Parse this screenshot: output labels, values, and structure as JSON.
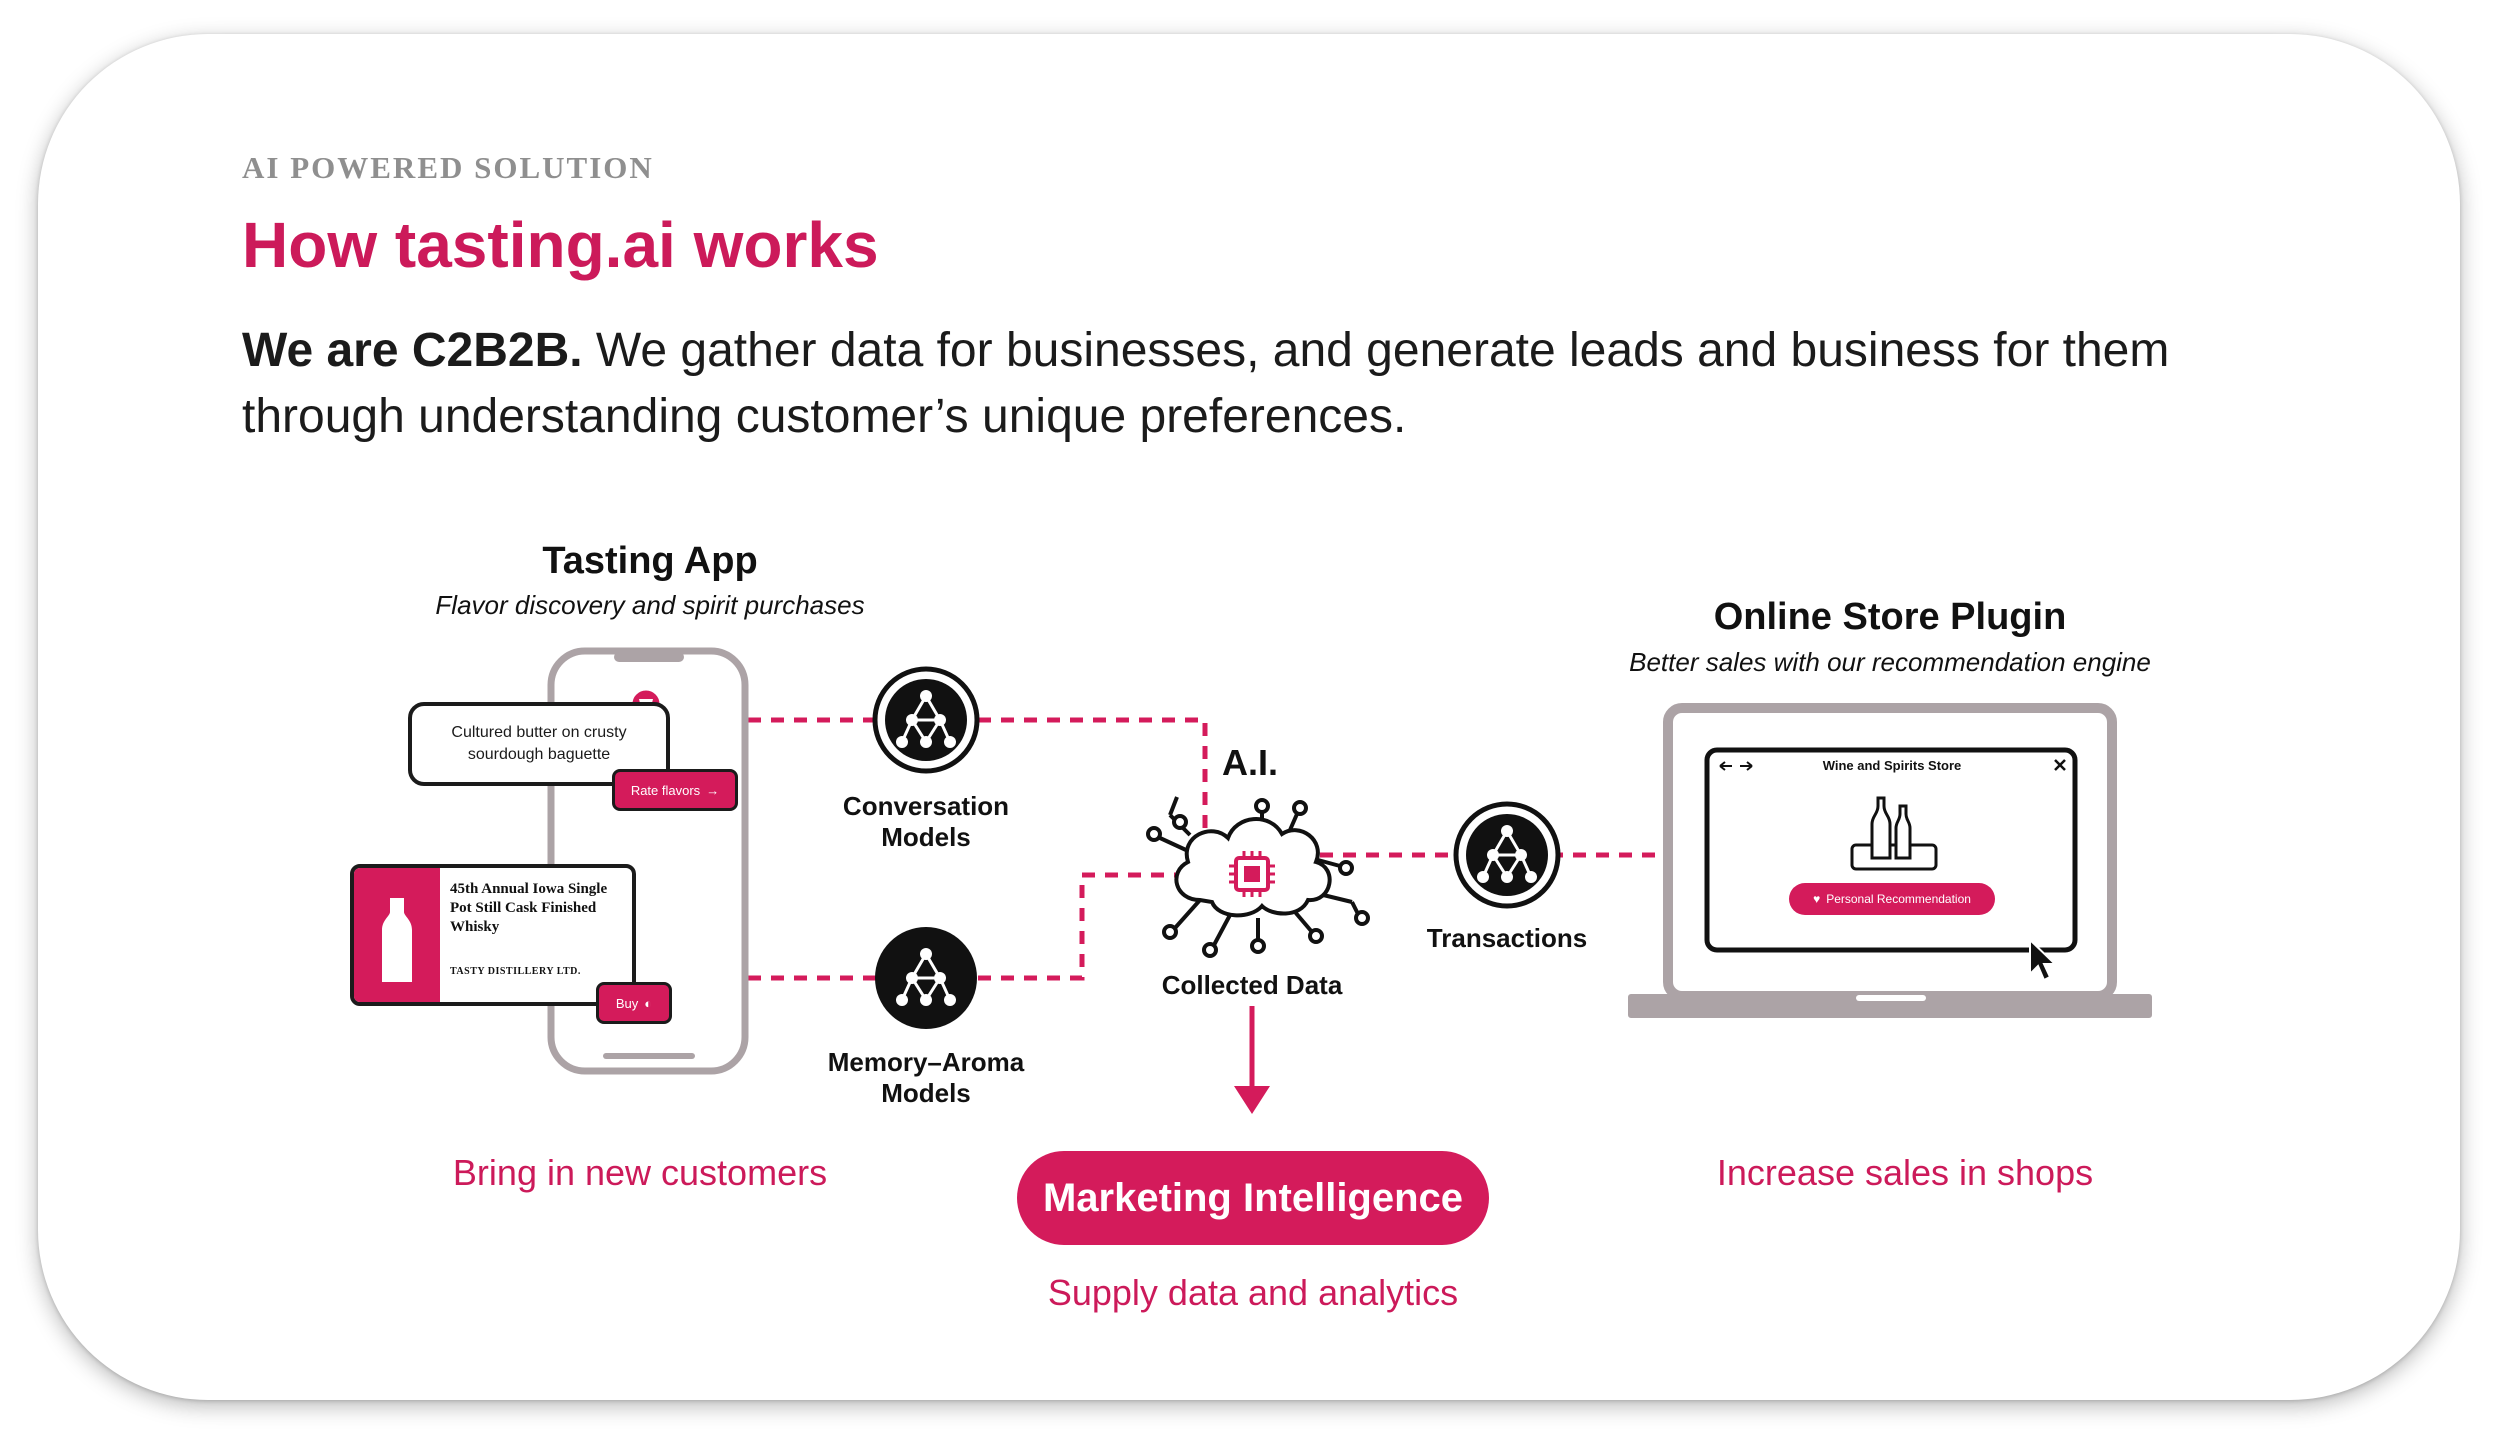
{
  "header": {
    "eyebrow": "AI POWERED SOLUTION",
    "title": "How tasting.ai works",
    "intro_bold": "We are C2B2B.",
    "intro_rest": " We gather data for businesses, and generate leads and business for them through understanding customer’s unique preferences."
  },
  "tasting_app": {
    "title": "Tasting App",
    "subtitle": "Flavor discovery and spirit purchases",
    "chat_text": "Cultured butter on crusty sourdough baguette",
    "rate_button": "Rate flavors",
    "product_name": "45th Annual Iowa Single Pot Still Cask Finished Whisky",
    "product_brand": "TASTY DISTILLERY LTD.",
    "buy_button": "Buy",
    "caption": "Bring in new customers"
  },
  "models": {
    "conversation": "Conversation Models",
    "memory_aroma": "Memory–Aroma Models"
  },
  "ai": {
    "label": "A.I.",
    "collected": "Collected Data",
    "transactions": "Transactions"
  },
  "marketing": {
    "pill": "Marketing Intelligence",
    "caption": "Supply data and analytics"
  },
  "store_plugin": {
    "title": "Online Store Plugin",
    "subtitle": "Better sales with our recommendation engine",
    "store_name": "Wine and Spirits Store",
    "rec_button": "Personal Recommendation",
    "caption": "Increase sales in shops"
  },
  "colors": {
    "accent": "#d41b5b",
    "dark": "#1b1b1b",
    "device_gray": "#aca3a6"
  }
}
